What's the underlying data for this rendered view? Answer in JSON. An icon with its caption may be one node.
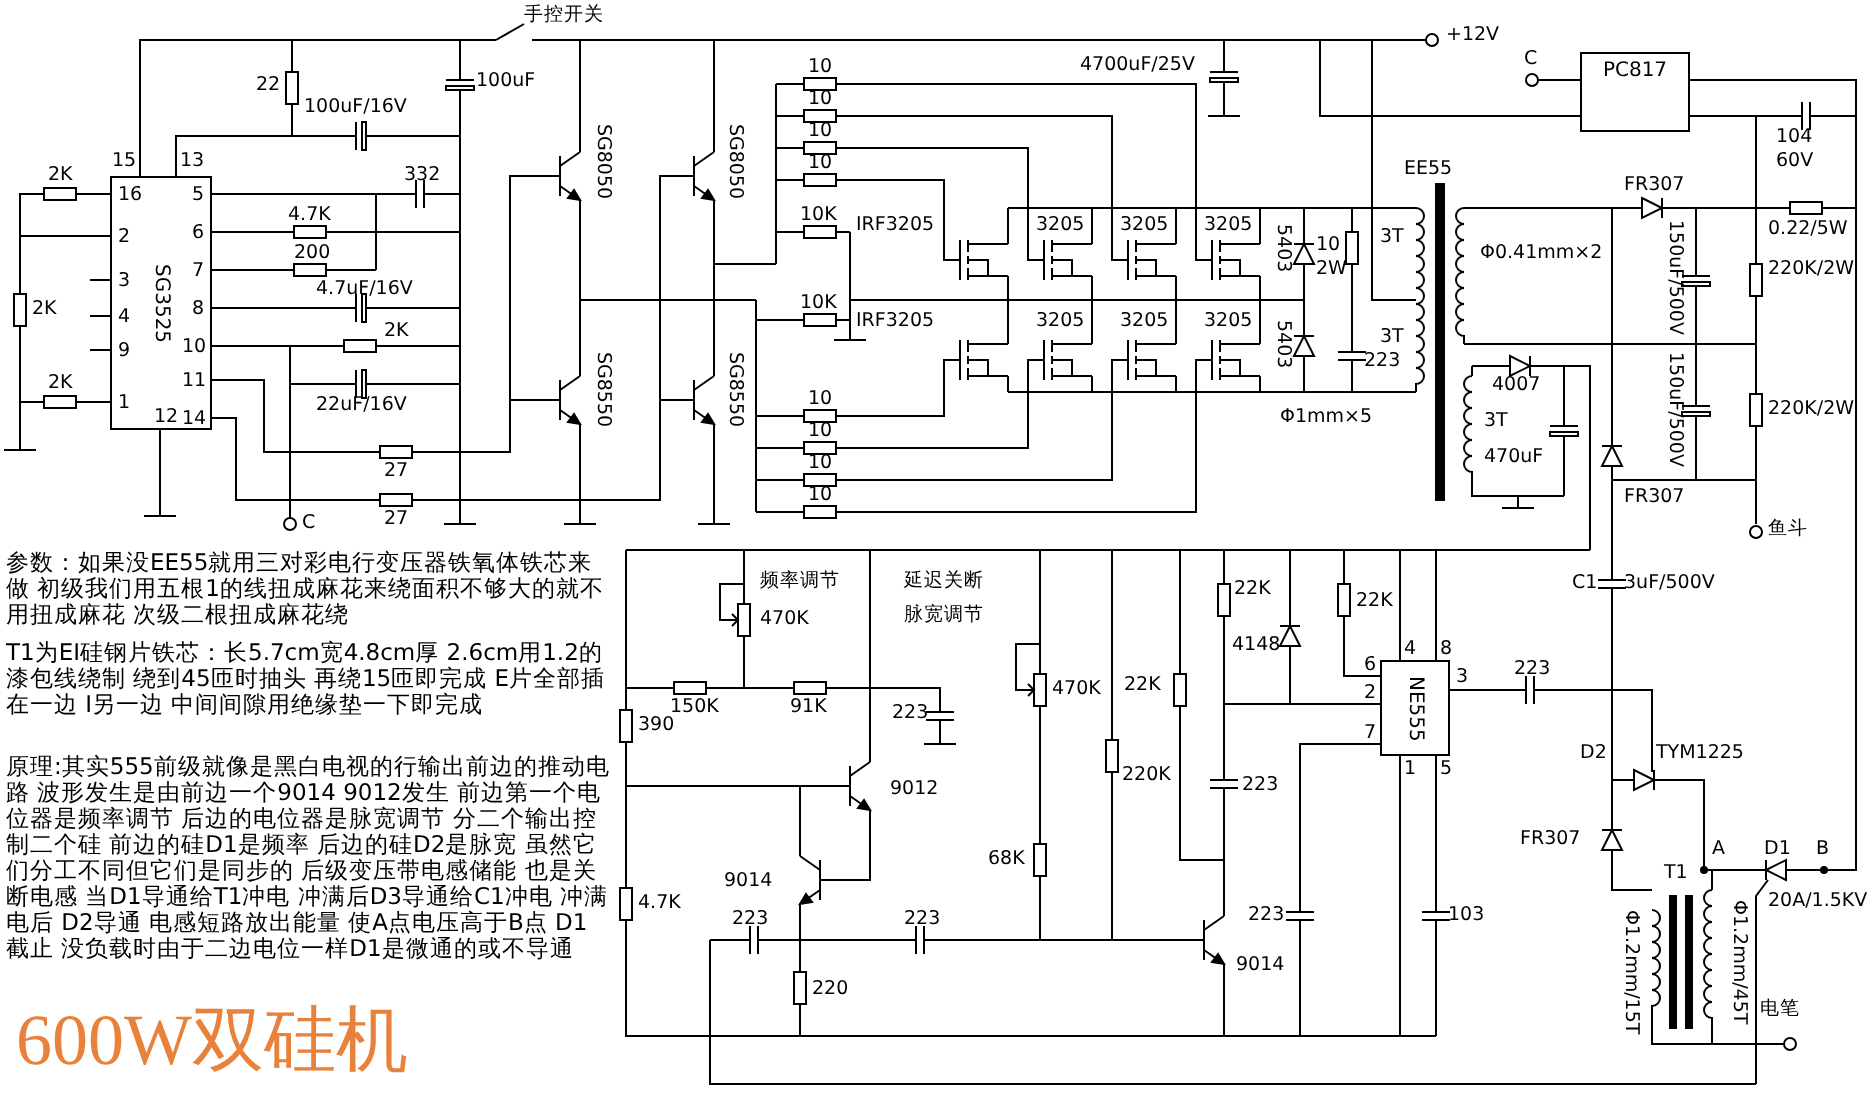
{
  "diagram": {
    "title": "600W双硅机",
    "nodes": [
      {
        "text": [
          "SG3525",
          "16",
          "5",
          "2",
          "6",
          "7",
          "3",
          "8",
          "4",
          "9",
          "10",
          "11",
          "1",
          "14",
          "12"
        ],
        "beside": [
          "15",
          "13"
        ]
      },
      {
        "text": [
          "PC817"
        ]
      },
      {
        "text": [
          "NE555"
        ],
        "beside": [
          "4",
          "8",
          "6",
          "3",
          "2",
          "7",
          "1",
          "5"
        ]
      }
    ],
    "labels": [
      "手控开关",
      "22",
      "100uF/16V",
      "100uF",
      "4700uF/25V",
      "+12V",
      "C",
      "104",
      "60V",
      "EE55",
      "FR307",
      "0.22/5W",
      "2K",
      "332",
      "4.7K",
      "200",
      "4.7uF/16V",
      "2K",
      "2K",
      "2K",
      "22uF/16V",
      "27",
      "C",
      "27",
      "SG8050",
      "SG8050",
      "SG8550",
      "SG8550",
      "10",
      "10",
      "10",
      "10",
      "10K",
      "10K",
      "10",
      "10",
      "10",
      "10",
      "IRF3205",
      "3205",
      "3205",
      "3205",
      "5403",
      "10",
      "2W",
      "3T",
      "Φ0.41mm×2",
      "150uF/500V",
      "220K/2W",
      "IRF3205",
      "3205",
      "3205",
      "3205",
      "5403",
      "3T",
      "223",
      "150uF/500V",
      "220K/2W",
      "4007",
      "3T",
      "470uF",
      "Φ1mm×5",
      "FR307",
      "鱼斗",
      "参数：如果没EE55就用三对彩电行变压器铁氧体铁芯来做 初级我们用五根1的线扭成麻花来绕面积不够大的就不用扭成麻花 次级二根扭成麻花绕",
      "T1为EI硅钢片铁芯：长5.7cm宽4.8cm厚 2.6cm用1.2的漆包线绕制 绕到45匝时抽头 再绕15匝即完成 E片全部插在一边 I另一边 中间间隙用绝缘垫一下即完成",
      "原理:其实555前级就像是黑白电视的行输出前边的推动电路 波形发生是由前边一个9014 9012发生 前边第一个电位器是频率调节 后边的电位器是脉宽调节 分二个输出控制二个硅 前边的硅D1是频率 后边的硅D2是脉宽 虽然它们分工不同但它们是同步的 后级变压带电感储能 也是关断电感 当D1导通给T1冲电 冲满后D3导通给C1冲电 冲满电后 D2导通 电感短路放出能量 使A点电压高于B点 D1截止 没负载时由于二边电位一样D1是微通的或不导通",
      "频率调节",
      "延迟关断",
      "22K",
      "22K",
      "C1",
      "3uF/500V",
      "470K",
      "脉宽调节",
      "4148",
      "470K",
      "22K",
      "390",
      "150K",
      "91K",
      "223",
      "D2",
      "TYM1225",
      "9012",
      "220K",
      "223",
      "223",
      "9014",
      "68K",
      "FR307",
      "T1",
      "A",
      "D1",
      "B",
      "4.7K",
      "223",
      "223",
      "223",
      "103",
      "Φ1.2mm/15T",
      "Φ1.2mm/45T",
      "20A/1.5KV",
      "220",
      "9014",
      "电笔"
    ]
  }
}
